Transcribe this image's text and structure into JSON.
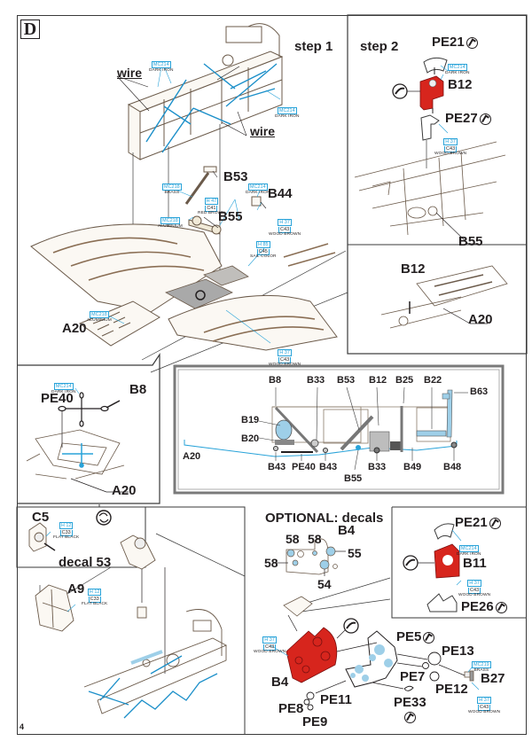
{
  "page": {
    "section_letter": "D",
    "page_number": "4"
  },
  "steps": {
    "step1": "step 1",
    "step2": "step 2"
  },
  "colors": {
    "paint_blue": "#29a3d9",
    "part_red": "#d7251d",
    "wire_blue": "#1b8fc9",
    "line": "#3a3a3a",
    "part_gray": "#a9a9a9"
  },
  "labels": {
    "wire_left": "wire",
    "wire_right": "wire",
    "b53": "B53",
    "b44": "B44",
    "b55": "B55",
    "a20_main": "A20",
    "pe21_s2": "PE21",
    "b12_s2": "B12",
    "pe27": "PE27",
    "b55_s2": "B55",
    "b12_detail": "B12",
    "a20_detail": "A20",
    "b8": "B8",
    "pe40": "PE40",
    "a20_pe40": "A20",
    "c5": "C5",
    "decal53": "decal 53",
    "a9": "A9",
    "optional": "OPTIONAL: decals",
    "b4_decal": "B4",
    "d58a": "58",
    "d58b": "58",
    "d58c": "58",
    "d55": "55",
    "d54": "54",
    "pe21_b11": "PE21",
    "b11": "B11",
    "pe26": "PE26",
    "pe5": "PE5",
    "pe13": "PE13",
    "pe7": "PE7",
    "b27": "B27",
    "pe12": "PE12",
    "b4_panel": "B4",
    "pe11": "PE11",
    "pe8": "PE8",
    "pe9": "PE9",
    "pe33": "PE33"
  },
  "side_view": {
    "top_labels": [
      "B8",
      "B33",
      "B53",
      "B12",
      "B25",
      "B22",
      "B63"
    ],
    "left_labels": [
      "B19",
      "B20",
      "A20"
    ],
    "bottom_labels": [
      "B43",
      "PE40",
      "B43",
      "B55",
      "B33",
      "B49",
      "B48"
    ]
  },
  "paints": {
    "wire_top": {
      "code": "MC214",
      "name": "DARK IRON"
    },
    "wire_right": {
      "code": "MC214",
      "name": "DARK IRON"
    },
    "b53": {
      "code": "MC218",
      "name": "BRASS"
    },
    "b55_red": {
      "code": "H 47",
      "code2": "C41",
      "name": "RED BROWN"
    },
    "b55_alu": {
      "code": "MC218",
      "name": "ALUMINIUM"
    },
    "b44_iron": {
      "code": "MC214",
      "name": "DARK IRON"
    },
    "b44_wood": {
      "code": "H 37",
      "code2": "C43",
      "name": "WOOD BROWN"
    },
    "sail": {
      "code": "H 85",
      "code2": "C45",
      "name": "SAIL COLOR"
    },
    "a20_alu": {
      "code": "MC218",
      "name": "ALUMINIUM"
    },
    "wing_wood": {
      "code": "H 37",
      "code2": "C43",
      "name": "WOOD BROWN"
    },
    "pe21_s2": {
      "code": "MC214",
      "name": "DARK IRON"
    },
    "pe27": {
      "code": "H 37",
      "code2": "C43",
      "name": "WOOD BROWN"
    },
    "pe40": {
      "code": "MC214",
      "name": "DARK IRON"
    },
    "c5": {
      "code": "H 12",
      "code2": "C33",
      "name": "FLAT BLACK"
    },
    "a9": {
      "code": "H 12",
      "code2": "C33",
      "name": "FLAT BLACK"
    },
    "pe21_b11": {
      "code": "MC214",
      "name": "DARK IRON"
    },
    "pe26": {
      "code": "H 37",
      "code2": "C43",
      "name": "WOOD BROWN"
    },
    "b4": {
      "code": "H 37",
      "code2": "C43",
      "name": "WOOD BROWN"
    },
    "b27_brass": {
      "code": "MC219",
      "name": "BRASS"
    },
    "b27_wood": {
      "code": "H 37",
      "code2": "C43",
      "name": "WOOD BROWN"
    }
  }
}
